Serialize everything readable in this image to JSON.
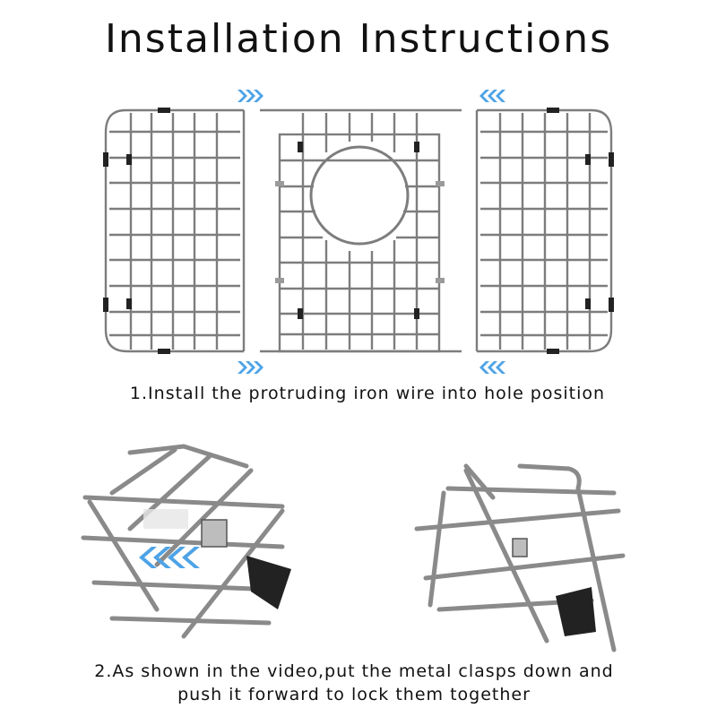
{
  "title": "Installation Instructions",
  "steps": [
    {
      "text": "1.Install the protruding iron wire into hole position"
    },
    {
      "lines": [
        "2.As shown in the video,put the metal clasps down and",
        "push it forward to lock them together"
      ]
    }
  ],
  "icons": {
    "arrow_right": "double-chevron-right-icon",
    "arrow_left": "double-chevron-left-icon"
  },
  "colors": {
    "arrow_accent": "#4da3e6",
    "wire": "#7d7d7d",
    "clip": "#222222"
  }
}
